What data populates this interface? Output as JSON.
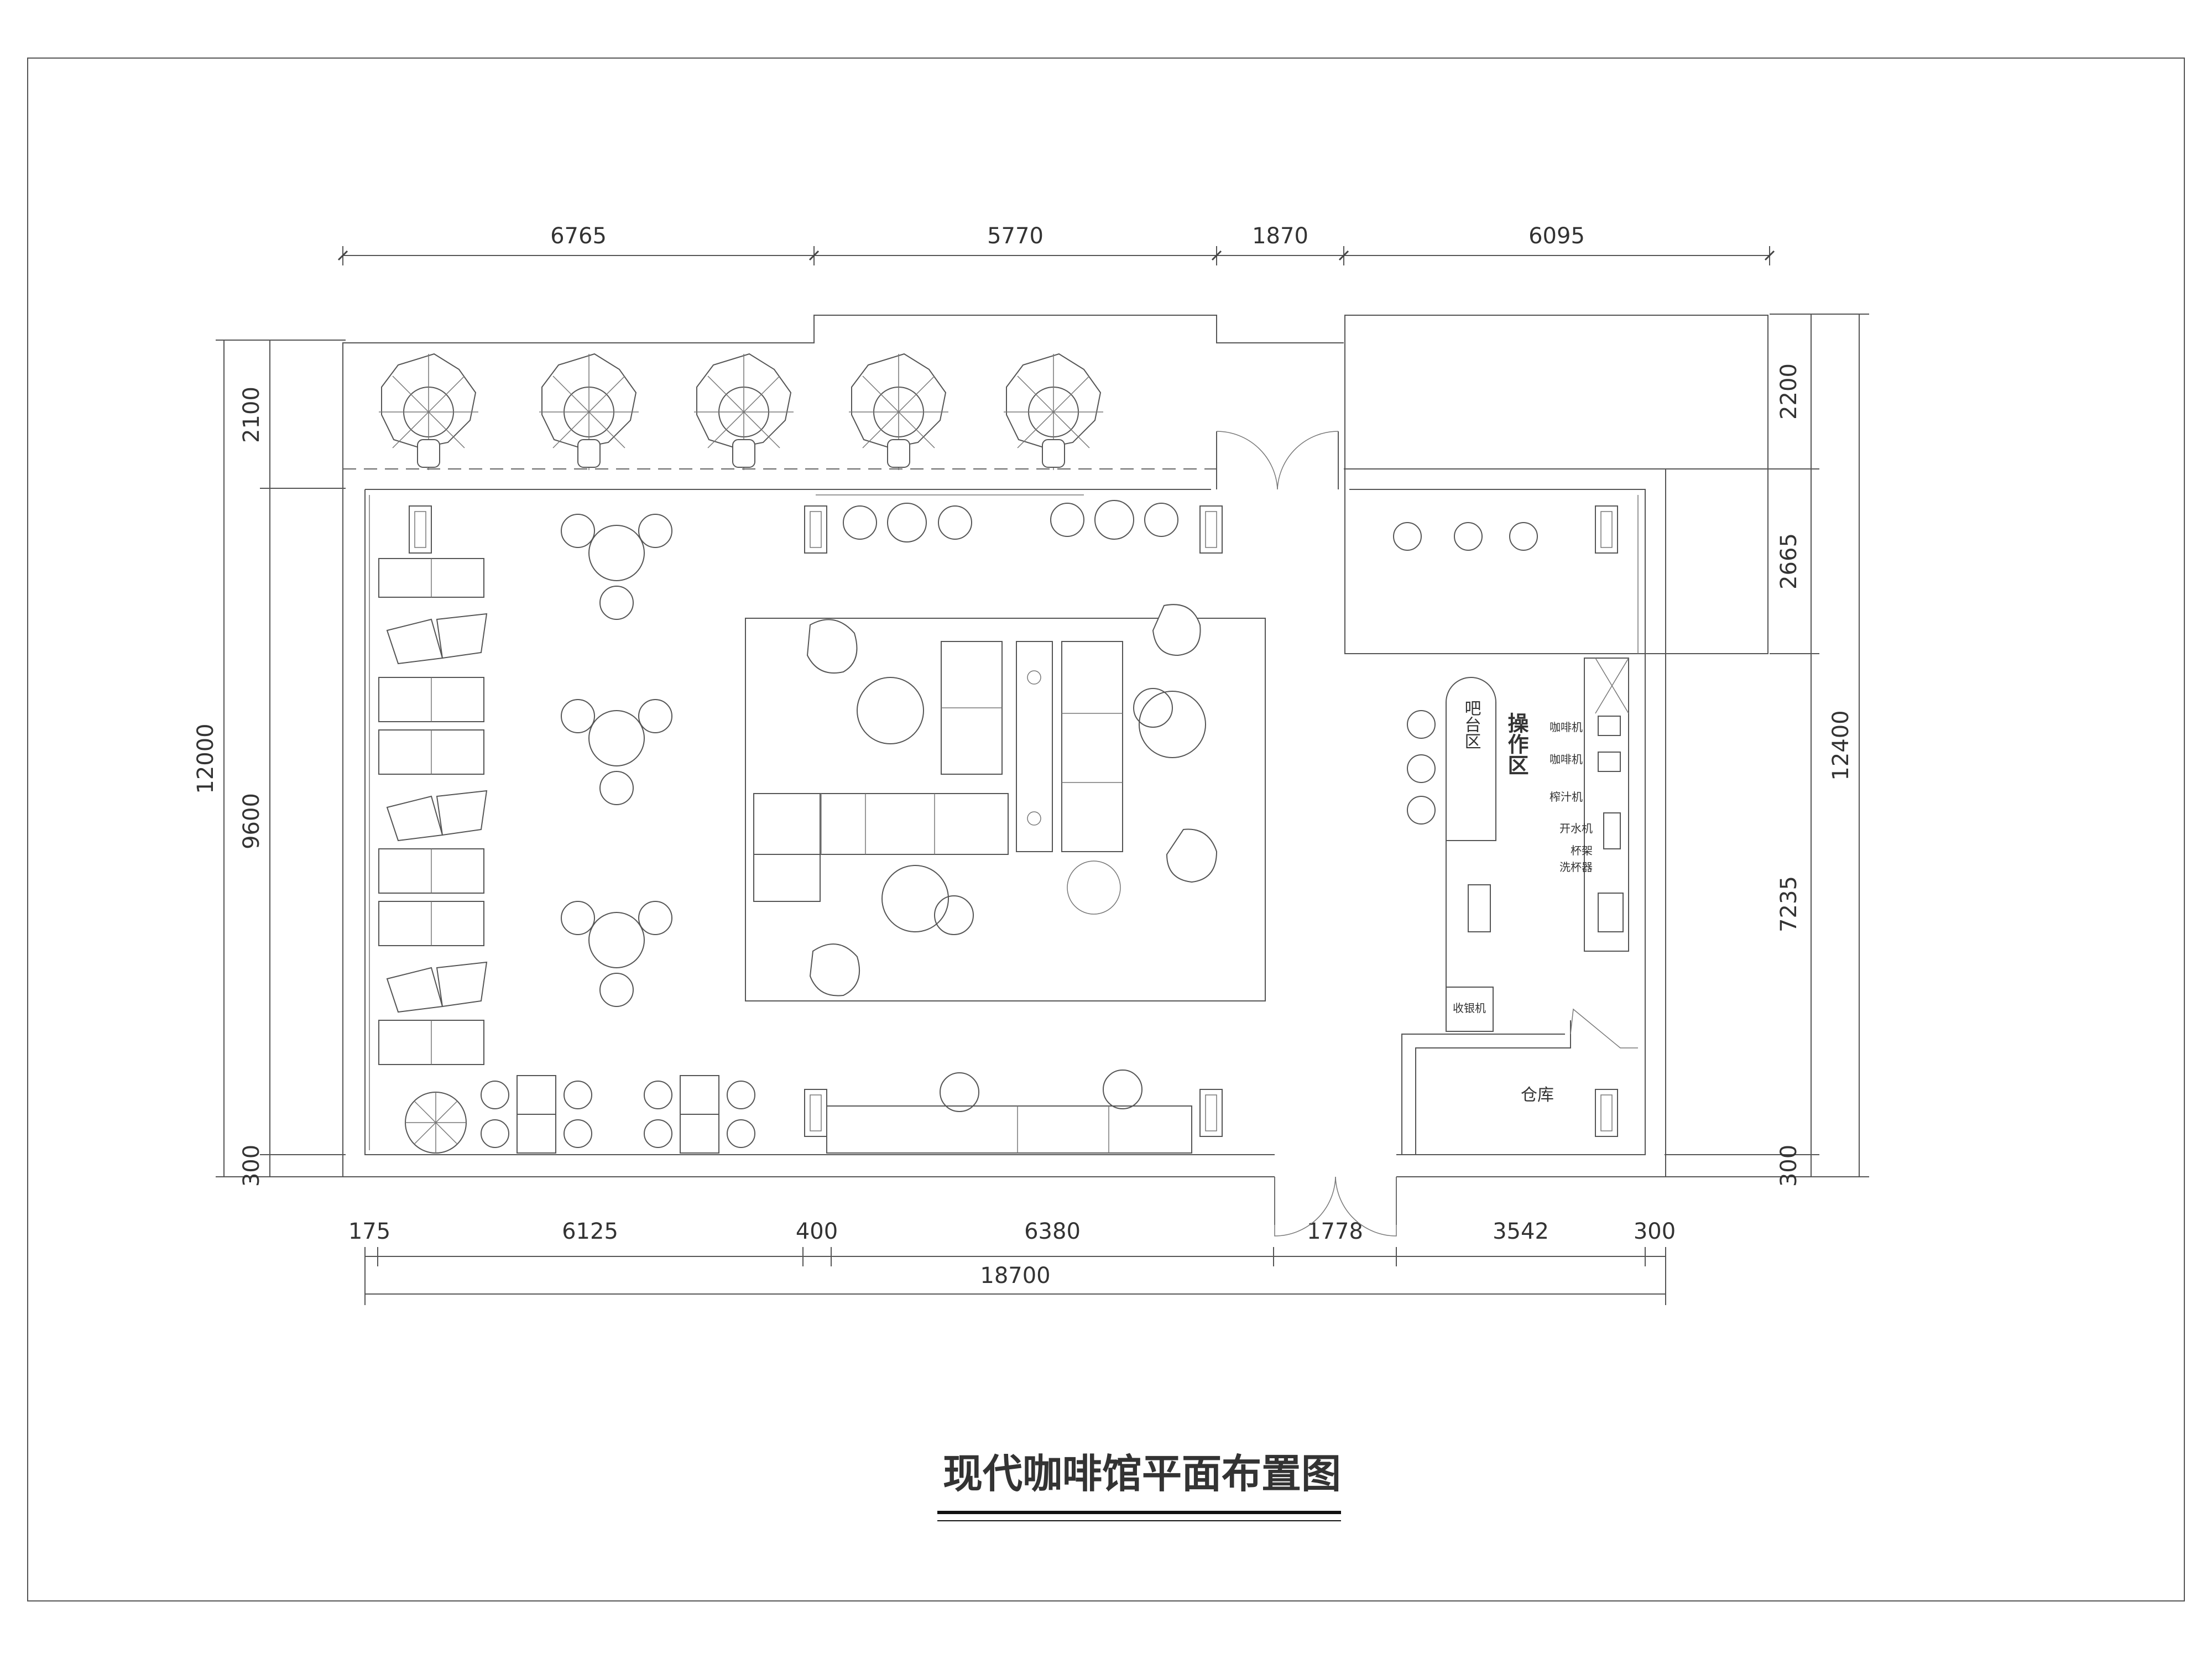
{
  "title": "现代咖啡馆平面布置图",
  "dimensions": {
    "top": [
      "6765",
      "5770",
      "1870",
      "6095"
    ],
    "bottom": [
      "175",
      "6125",
      "400",
      "6380",
      "1778",
      "3542",
      "300"
    ],
    "bottom_total": "18700",
    "left_outer": "12000",
    "left_inner": [
      "2100",
      "9600",
      "300"
    ],
    "right_outer": "12400",
    "right_inner": [
      "2200",
      "2665",
      "7235",
      "300"
    ]
  },
  "labels": {
    "bar_zone": "吧台区",
    "operation_zone": "操作区",
    "storage": "仓库",
    "equipment": [
      "咖啡机",
      "咖啡机",
      "榨汁机",
      "开水机",
      "杯架",
      "洗杯器"
    ],
    "cashier": "收银机"
  },
  "colors": {
    "line": "#555555",
    "text": "#333333",
    "paper": "#ffffff"
  }
}
